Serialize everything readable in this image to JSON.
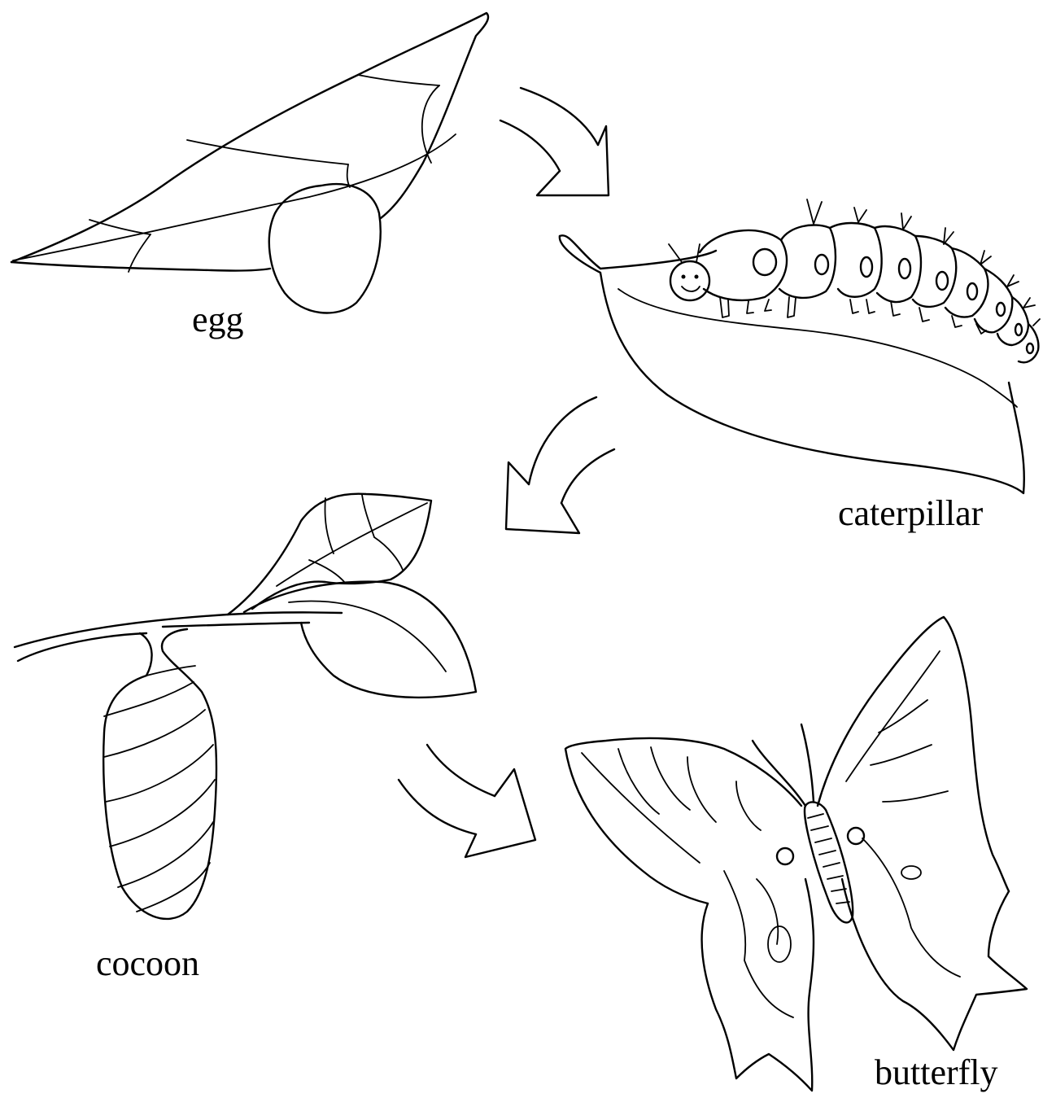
{
  "stages": {
    "egg": "egg",
    "caterpillar": "caterpillar",
    "cocoon": "cocoon",
    "butterfly": "butterfly"
  },
  "colors": {
    "ink": "#000000",
    "background": "#ffffff"
  }
}
